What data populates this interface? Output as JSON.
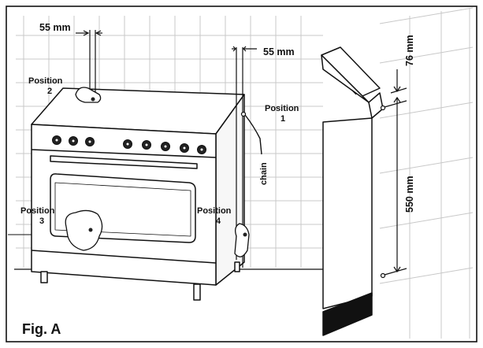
{
  "figure": {
    "caption": "Fig. A"
  },
  "dimensions": {
    "wall_gap_left": "55 mm",
    "wall_gap_right": "55 mm",
    "height_above_worktop": "76 mm",
    "cabinet_height": "550 mm"
  },
  "positions": [
    {
      "word": "Position",
      "number": "1"
    },
    {
      "word": "Position",
      "number": "2"
    },
    {
      "word": "Position",
      "number": "3"
    },
    {
      "word": "Position",
      "number": "4"
    }
  ],
  "labels": {
    "chain": "chain"
  },
  "colors": {
    "line": "#111111",
    "background": "#ffffff",
    "tile": "#c8c8c8"
  }
}
